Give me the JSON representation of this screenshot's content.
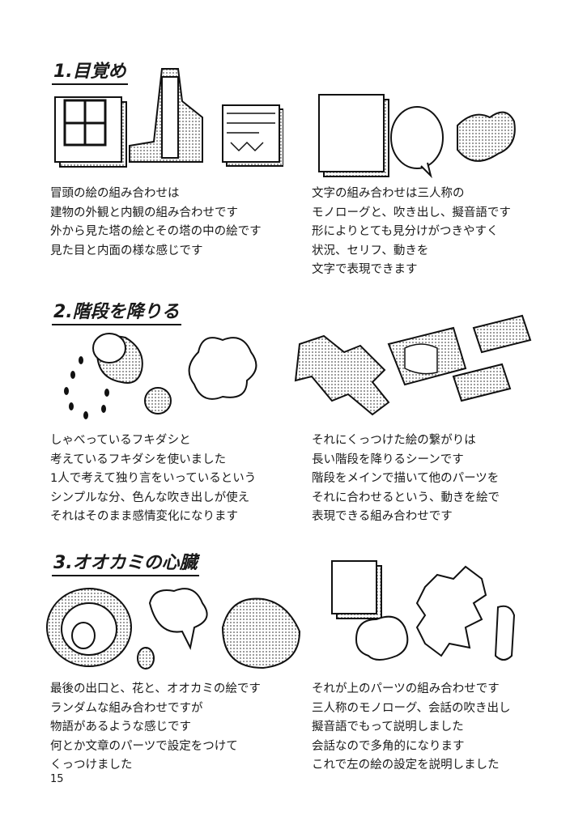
{
  "sections": [
    {
      "title": "1.目覚め",
      "left_text": [
        "冒頭の絵の組み合わせは",
        "建物の外観と内観の組み合わせです",
        "外から見た塔の絵とその塔の中の絵です",
        "見た目と内面の様な感じです"
      ],
      "right_text": [
        "文字の組み合わせは三人称の",
        "モノローグと、吹き出し、擬音語です",
        "形によりとても見分けがつきやすく",
        "状況、セリフ、動きを",
        "文字で表現できます"
      ]
    },
    {
      "title": "2.階段を降りる",
      "left_text": [
        "しゃべっているフキダシと",
        "考えているフキダシを使いました",
        "1人で考えて独り言をいっているという",
        "シンプルな分、色んな吹き出しが使え",
        "それはそのまま感情変化になります"
      ],
      "right_text": [
        "それにくっつけた絵の繋がりは",
        "長い階段を降りるシーンです",
        "階段をメインで描いて他のパーツを",
        "それに合わせるという、動きを絵で",
        "表現できる組み合わせです"
      ]
    },
    {
      "title": "3.オオカミの心臓",
      "left_text": [
        "最後の出口と、花と、オオカミの絵です",
        "ランダムな組み合わせですが",
        "物語があるような感じです",
        "何とか文章のパーツで設定をつけて",
        "くっつけました"
      ],
      "right_text": [
        "それが上のパーツの組み合わせです",
        "三人称のモノローグ、会話の吹き出し",
        "擬音語でもって説明しました",
        "会話なので多角的になります",
        "これで左の絵の設定を説明しました"
      ]
    }
  ],
  "page_number": "15"
}
